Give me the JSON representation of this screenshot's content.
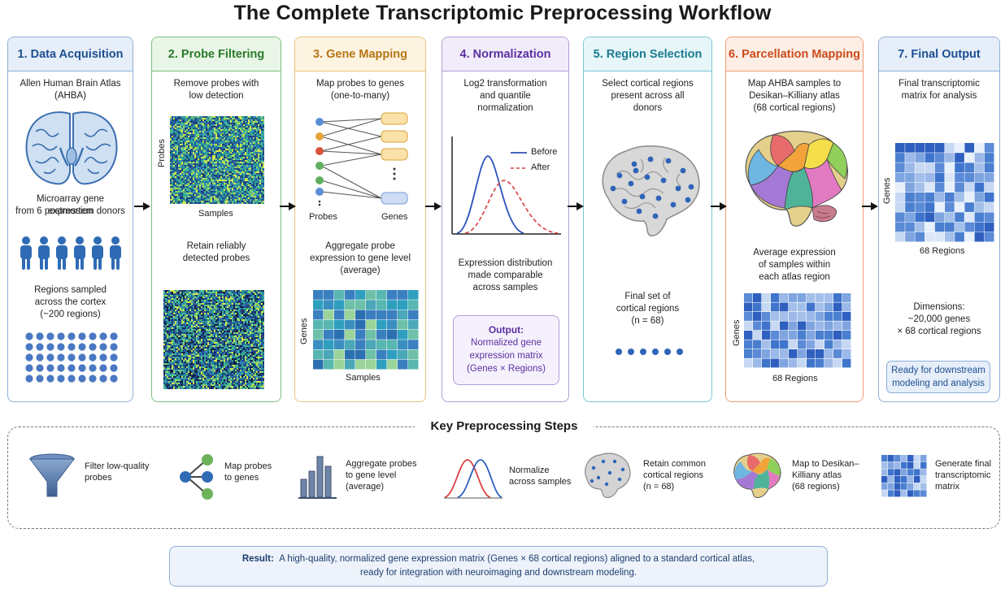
{
  "title": "The Complete Transcriptomic Preprocessing Workflow",
  "stages": [
    {
      "header": "1. Data Acquisition",
      "texts": [
        "Allen Human Brain Atlas",
        "(AHBA)",
        "Microarray gene expression",
        "from 6 postmortem donors",
        "Regions sampled",
        "across the cortex",
        "(~200 regions)"
      ]
    },
    {
      "header": "2. Probe Filtering",
      "texts": [
        "Remove probes with",
        "low detection",
        "Retain reliably",
        "detected probes"
      ],
      "axis_probes": "Probes",
      "axis_samples": "Samples"
    },
    {
      "header": "3. Gene Mapping",
      "texts": [
        "Map probes to genes",
        "(one-to-many)",
        "Aggregate probe",
        "expression to gene level",
        "(average)"
      ],
      "label_probes": "Probes",
      "label_genes": "Genes",
      "axis_genes": "Genes",
      "axis_samples": "Samples"
    },
    {
      "header": "4. Normalization",
      "texts": [
        "Log2 transformation",
        "and quantile",
        "normalization",
        "Expression distribution",
        "made comparable",
        "across samples"
      ],
      "legend_before": "Before",
      "legend_after": "After",
      "output_title": "Output:",
      "output_lines": [
        "Normalized gene",
        "expression matrix",
        "(Genes × Regions)"
      ]
    },
    {
      "header": "5. Region Selection",
      "texts": [
        "Select cortical regions",
        "present across all",
        "donors",
        "Final set of",
        "cortical regions",
        "(n = 68)"
      ]
    },
    {
      "header": "6. Parcellation Mapping",
      "texts": [
        "Map AHBA samples to",
        "Desikan–Killiany atlas",
        "(68 cortical regions)",
        "Average expression",
        "of samples within",
        "each atlas region"
      ],
      "axis_genes": "Genes",
      "axis_regions": "68 Regions"
    },
    {
      "header": "7. Final Output",
      "texts": [
        "Final transcriptomic",
        "matrix for analysis",
        "Dimensions:",
        "~20,000 genes",
        "× 68 cortical regions"
      ],
      "axis_genes": "Genes",
      "axis_regions": "68 Regions",
      "ready_lines": [
        "Ready for downstream",
        "modeling and analysis"
      ]
    }
  ],
  "key_steps": {
    "title": "Key Preprocessing Steps",
    "items": [
      {
        "icon": "funnel-icon",
        "lines": [
          "Filter low-quality",
          "probes"
        ]
      },
      {
        "icon": "network-icon",
        "lines": [
          "Map probes",
          "to genes"
        ]
      },
      {
        "icon": "bar-chart-icon",
        "lines": [
          "Aggregate probes",
          "to gene level",
          "(average)"
        ]
      },
      {
        "icon": "distribution-icon",
        "lines": [
          "Normalize",
          "across samples"
        ]
      },
      {
        "icon": "brain-dots-icon",
        "lines": [
          "Retain common",
          "cortical regions",
          "(n = 68)"
        ]
      },
      {
        "icon": "atlas-brain-icon",
        "lines": [
          "Map to Desikan–",
          "Killiany atlas",
          "(68 regions)"
        ]
      },
      {
        "icon": "matrix-icon",
        "lines": [
          "Generate final",
          "transcriptomic",
          "matrix"
        ]
      }
    ]
  },
  "result": {
    "label": "Result:",
    "line1": "A high-quality, normalized gene expression matrix (Genes × 68 cortical regions) aligned to a standard cortical atlas,",
    "line2": "ready for integration with neuroimaging and downstream modeling."
  },
  "colors": {
    "blue": "#1d4f91",
    "green": "#2a7a2a",
    "orange": "#b57614",
    "purple": "#5b2fa0",
    "teal": "#1c7a90",
    "red": "#c94c1c",
    "dot": "#4a78c2"
  }
}
